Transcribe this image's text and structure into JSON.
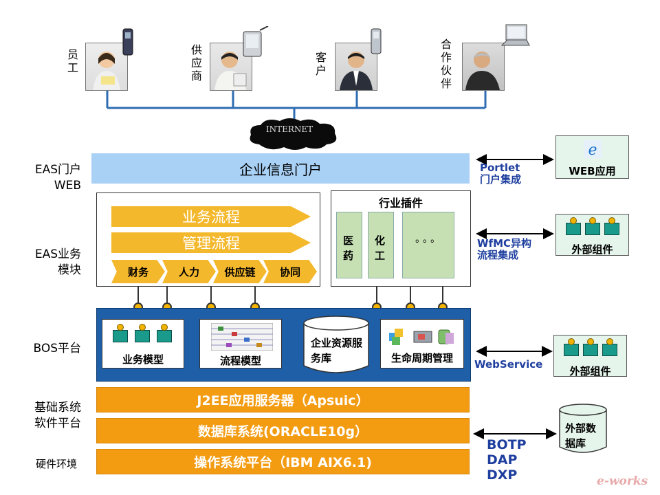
{
  "users": [
    {
      "name": "员工",
      "chars": [
        "员",
        "工"
      ]
    },
    {
      "name": "供应商",
      "chars": [
        "供",
        "应",
        "商"
      ]
    },
    {
      "name": "客户",
      "chars": [
        "客",
        "户"
      ]
    },
    {
      "name": "合作伙伴",
      "chars": [
        "合",
        "作",
        "伙",
        "伴"
      ]
    }
  ],
  "internet_label": "INTERNET",
  "portal": {
    "label": "企业信息门户"
  },
  "layers": {
    "eas_web": "EAS门户\nWEB",
    "eas_biz": "EAS业务\n模块",
    "bos": "BOS平台",
    "base": "基础系统\n软件平台",
    "hardware": "硬件环境"
  },
  "eas_module": {
    "flows": [
      "业务流程",
      "管理流程"
    ],
    "subs": [
      "财务",
      "人力",
      "供应链",
      "协同"
    ]
  },
  "industry": {
    "title": "行业插件",
    "items": [
      "医药",
      "化工",
      "。。。"
    ]
  },
  "bos": {
    "business_model": "业务模型",
    "process_model": "流程模型",
    "resource_db": "企业资源服务库",
    "lifecycle": "生命周期管理"
  },
  "platform_bars": [
    "J2EE应用服务器（Apsuic）",
    "数据库系统(ORACLE10g）",
    "操作系统平台（IBM AIX6.1)"
  ],
  "integrations": {
    "portlet": "Portlet\n门户集成",
    "wfmc": "WfMC异构\n流程集成",
    "webservice": "WebService",
    "botp": "BOTP\nDAP\nDXP"
  },
  "external": {
    "web_app": "WEB应用",
    "component1": "外部组件",
    "component2": "外部组件",
    "external_db": "外部数据库"
  },
  "watermark": "e-works",
  "colors": {
    "portal": "#a9d0f5",
    "bos_bg": "#1e5fa8",
    "orange": "#f39c12",
    "flow": "#f4b82c",
    "integration_text": "#1f3f9f"
  }
}
